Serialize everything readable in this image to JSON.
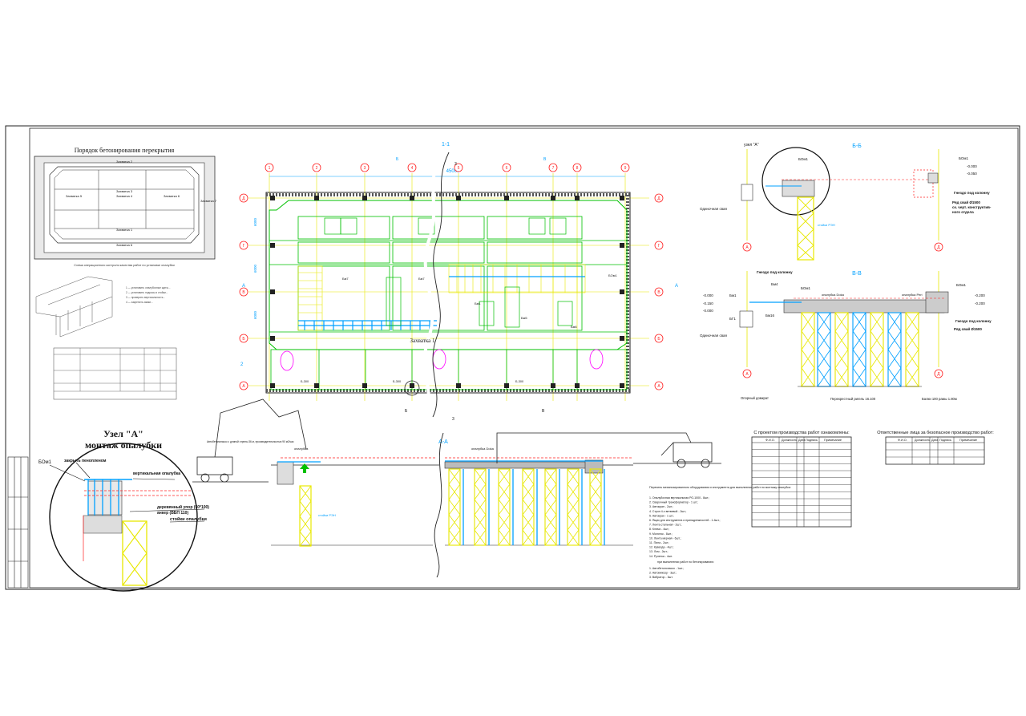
{
  "titles": {
    "concreting_order": "Порядок бетонирования перекрытия",
    "section_11": "1-1",
    "section_bb": "Б-Б",
    "section_vv": "В-В",
    "section_aa": "А-А",
    "node_a_line1": "Узел \"А\"",
    "node_a_line2": "монтаж опалубки",
    "quality_scheme": "Схема операционного контроля качества работ по установке опалубки",
    "table1_title": "С проектом производства работ ознакомлены:",
    "table2_title": "Ответственные лица за безопасное производство работ:"
  },
  "zones": {
    "z1": "Захватка 1",
    "z2": "Захватка 2",
    "z3": "Захватка 3",
    "z4": "Захватка 4",
    "z5": "Захватка 5",
    "z6": "Захватка 6",
    "z7": "Захватка 7"
  },
  "plan": {
    "axes_cols": [
      "1",
      "2",
      "3",
      "4",
      "5",
      "6",
      "7",
      "8",
      "9"
    ],
    "axes_rows": [
      "Д",
      "Г",
      "В",
      "Б",
      "А"
    ],
    "total_dim": "45000",
    "dims_left": [
      "6000",
      "6000",
      "6000"
    ],
    "zone_label": "Захватка 1",
    "section_marks": [
      "Б",
      "В",
      "2",
      "3",
      "А"
    ],
    "beam_labels": [
      "Бм7",
      "Бм7",
      "Бм1",
      "Бм2",
      "Бм3",
      "Бм4",
      "Бм5",
      "Бм6"
    ],
    "edge_label": "БОм1",
    "notes": [
      "Б-300",
      "Б-300",
      "Б-300"
    ]
  },
  "bb": {
    "node_label": "узел \"А\"",
    "beam_label": "БОм1",
    "level_1": "-0.000",
    "level_2": "-0.050",
    "note_socket": "Гнездо под колонну",
    "note_row": "Ряд свай Ø1500",
    "note_row2": "ск. черт. конструктив-",
    "note_row3": "ного отдела",
    "column_label": "стойки РЭН",
    "left_label": "Одиночная свая",
    "axis_left": "А",
    "axis_right": "Д"
  },
  "vv": {
    "socket_note": "Гнездо под колонну",
    "beam_labels": [
      "Бм4",
      "БОм1",
      "Бм1",
      "Бм16",
      "БГ1"
    ],
    "formwork": "опалубка Doka",
    "formwork2": "опалубка Peri",
    "levels": [
      "-0.000",
      "-0.150",
      "-0.000",
      "-0.200",
      "-0.200"
    ],
    "pile_note": "Ряд свай Ø1500",
    "single_pile": "Одиночная свая",
    "bottom_notes": [
      "Опорный домкрат",
      "Перекрестный ригель 16.100",
      "Балки 100 рамы 1.80м"
    ],
    "axis_left": "А",
    "axis_right": "Д"
  },
  "nodeA": {
    "labels": [
      "БОм1",
      "закрыть пенопленом",
      "вертикальная опалубка",
      "деревянный упор (50*100)",
      "анкер (ВБП 110)",
      "стойки опалубки"
    ]
  },
  "aa": {
    "formwork_left": "опалубка",
    "column": "стойки РЭН",
    "formwork_right": "опалубка Doka",
    "pump_note": "Автобетононасос с длиной стрелы 36 м, производительностью 90 м3/час"
  },
  "equipment_list": {
    "title": "Перечень механизированного оборудования и инструмента для выполнения работ по монтажу опалубки:",
    "items": [
      "1. Опалубочная вертикальная РО-1000 - 8шт.;",
      "2. Сварочный трансформатор - 1 шт.;",
      "3. Автокран - 2шт.;",
      "4. Строп 4-х ветвевой - 2шт.;",
      "5. Автокран - 1 шт.;",
      "6. Ящик для инструмента и принадлежностей - 1-4шт.;",
      "7. Лента стальная - 2шт.;",
      "8. Ключи - 4шт.;",
      "9. Молоток - 8шт.;",
      "10. Лента мерная - 6шт.;",
      "11. Пила - 2шт.;",
      "12. Кувалда - 4шт.;",
      "13. Лом - 2шт.;",
      "14. Рулетка - 4шт."
    ],
    "sub_title": "при выполнении работ по бетонированию:",
    "sub_items": [
      "1. Автобетононасос - 1шт.;",
      "2. Автомиксер - 3шт.;",
      "3. Вибратор - 3шт."
    ]
  },
  "table1": {
    "headers": [
      "Ф.И.О.",
      "Должность",
      "Дата",
      "Подпись",
      "Примечание"
    ],
    "rows": 12
  },
  "table2": {
    "headers": [
      "Ф.И.О.",
      "Должность",
      "Дата",
      "Подпись",
      "Примечание"
    ],
    "rows": 3
  },
  "colors": {
    "green": "#00c000",
    "cyan": "#00a0ff",
    "yellow": "#e8e800",
    "red": "#ff2020",
    "magenta": "#ff00ff",
    "line": "#222222"
  }
}
